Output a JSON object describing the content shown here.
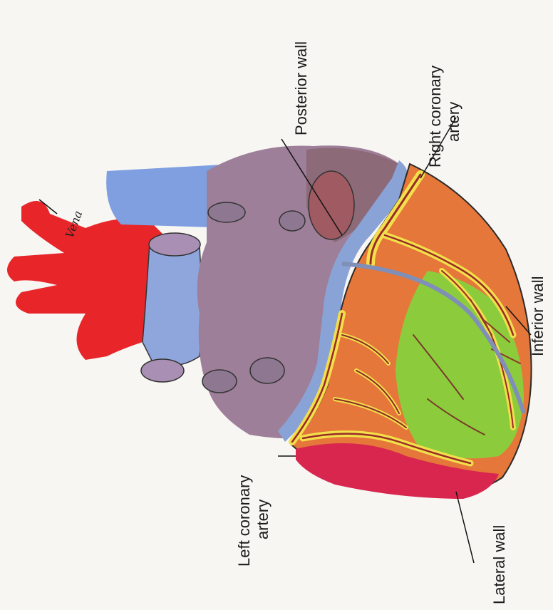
{
  "labels": {
    "posterior_wall": "Posterior wall",
    "right_coronary_line1": "Right coronary",
    "right_coronary_line2": "artery",
    "inferior_wall": "Inferior wall",
    "left_coronary_line1": "Left coronary",
    "left_coronary_line2": "artery",
    "lateral_wall": "Lateral wall"
  },
  "handwritten": {
    "vessel_note": "Vena"
  },
  "colors": {
    "aorta": "#e8262a",
    "vena_cava": "#7f9fe0",
    "atria": "#9e7f99",
    "posterior_region": "#8d6a78",
    "anterior_muscle": "#e6773a",
    "inferior_green": "#8ccc3c",
    "lateral_red": "#d8264e",
    "coronary_fat": "#f2e04a",
    "coronary_vessel": "#9a2a2a",
    "sulcus_blue": "#8aa3d6"
  }
}
